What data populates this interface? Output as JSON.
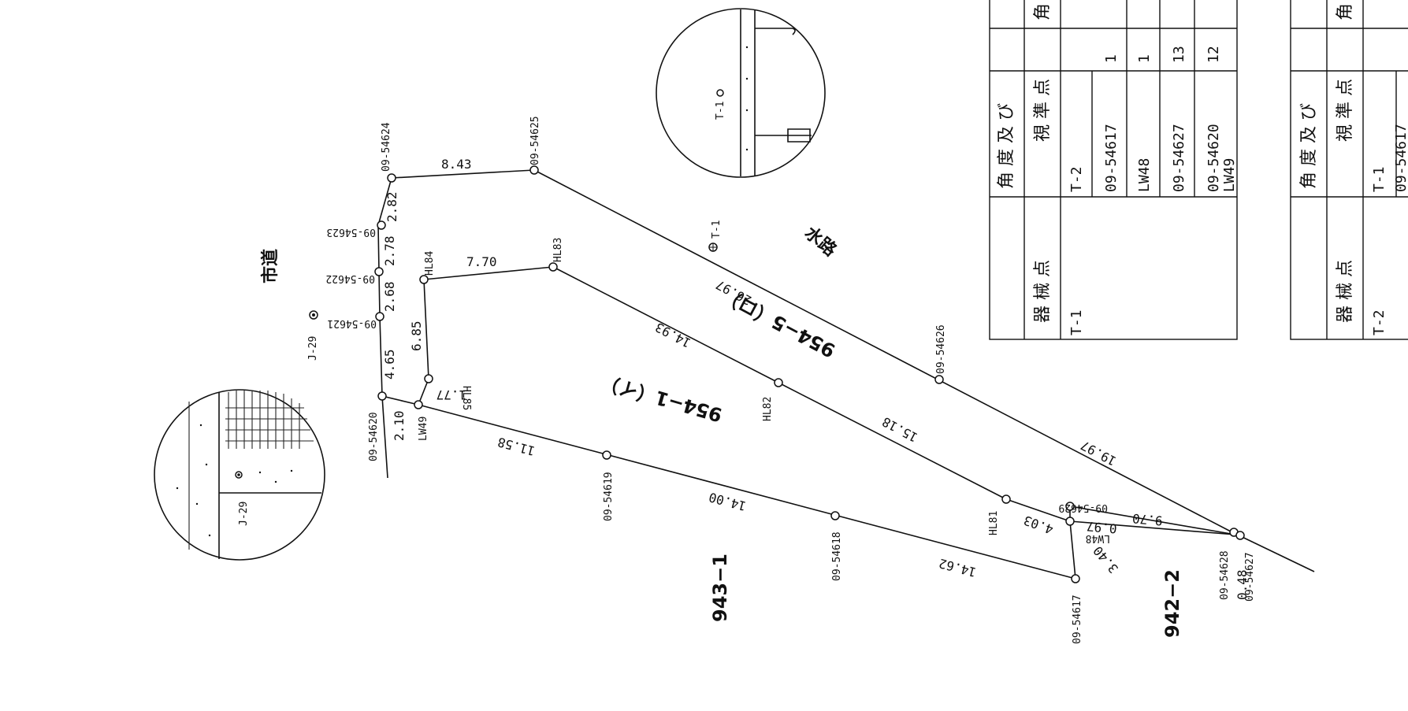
{
  "points": {
    "p54624": "09-54624",
    "p54625": "09-54625",
    "p54623": "09-54623",
    "p54622": "09-54622",
    "p54621": "09-54621",
    "p54620": "09-54620",
    "p54619": "09-54619",
    "p54618": "09-54618",
    "p54617": "09-54617",
    "p54626": "09-54626",
    "p54629": "09-54629",
    "p54628": "09-54628",
    "p54627": "09-54627",
    "hl84": "HL84",
    "hl83": "HL83",
    "hl85": "HL85",
    "hl82": "HL82",
    "hl81": "HL81",
    "lw49": "LW49",
    "lw48": "LW48",
    "j29": "J-29",
    "j29b": "J-29",
    "t1": "T-1",
    "t1b": "T-1"
  },
  "distances": {
    "d843": "8.43",
    "d282": "2.82",
    "d278": "2.78",
    "d268": "2.68",
    "d465": "4.65",
    "d210": "2.10",
    "d770": "7.70",
    "d685": "6.85",
    "d177": "1.77",
    "d2697": "26.97",
    "d1493": "14.93",
    "d1158": "11.58",
    "d1400": "14.00",
    "d1462": "14.62",
    "d1518": "15.18",
    "d1997": "19.97",
    "d970": "9.70",
    "d097": "0.97",
    "d403": "4.03",
    "d340": "3.40",
    "d048": "0.48"
  },
  "parcels": {
    "lotA": "954−1（イ）",
    "lotB": "954−5（ロ）",
    "lot943": "943−1",
    "lot942": "942−2",
    "road": "市道",
    "waterway": "水路"
  },
  "table1": {
    "title": "角 度 及 び",
    "col_angle": "角",
    "col_sight": "視 準 点",
    "col_inst": "器 械 点",
    "inst_value": "T-1",
    "rows": [
      "T-2",
      "09-54617",
      "LW48",
      "09-54627",
      "09-54620",
      "LW49"
    ],
    "angles": [
      "",
      "1",
      "1",
      "",
      "13",
      "12"
    ]
  },
  "table2": {
    "title": "角 度 及 び",
    "col_angle": "角",
    "col_sight": "視 準 点",
    "col_inst": "器 械 点",
    "inst_value": "T-2",
    "rows": [
      "T-1",
      "09-54617"
    ]
  }
}
